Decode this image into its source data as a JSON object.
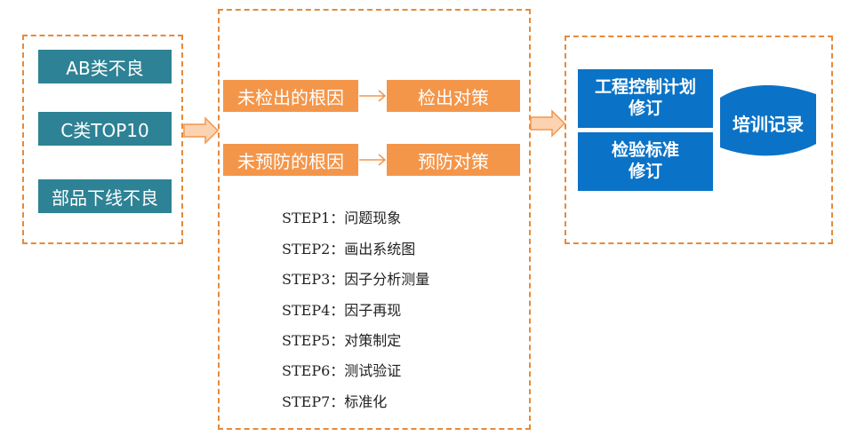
{
  "colors": {
    "teal": "#2e8295",
    "orange": "#f4964a",
    "blue": "#0a73c7",
    "dashed_border": "#e58a3c",
    "arrow_fill": "#fbd3b0"
  },
  "left_panel": {
    "items": [
      "AB类不良",
      "C类TOP10",
      "部品下线不良"
    ]
  },
  "middle_panel": {
    "root_causes": [
      {
        "cause": "未检出的根因",
        "action": "检出对策"
      },
      {
        "cause": "未预防的根因",
        "action": "预防对策"
      }
    ],
    "steps": [
      {
        "label": "STEP1：",
        "text": "问题现象"
      },
      {
        "label": "STEP2：",
        "text": "画出系统图"
      },
      {
        "label": "STEP3：",
        "text": "因子分析测量"
      },
      {
        "label": "STEP4：",
        "text": "因子再现"
      },
      {
        "label": "STEP5：",
        "text": "对策制定"
      },
      {
        "label": "STEP6：",
        "text": "测试验证"
      },
      {
        "label": "STEP7：",
        "text": "标准化"
      }
    ]
  },
  "right_panel": {
    "process_plan": {
      "line1": "工程控制计划",
      "line2": "修订"
    },
    "inspection_std": {
      "line1": "检验标准",
      "line2": "修订"
    },
    "training": "培训记录"
  }
}
